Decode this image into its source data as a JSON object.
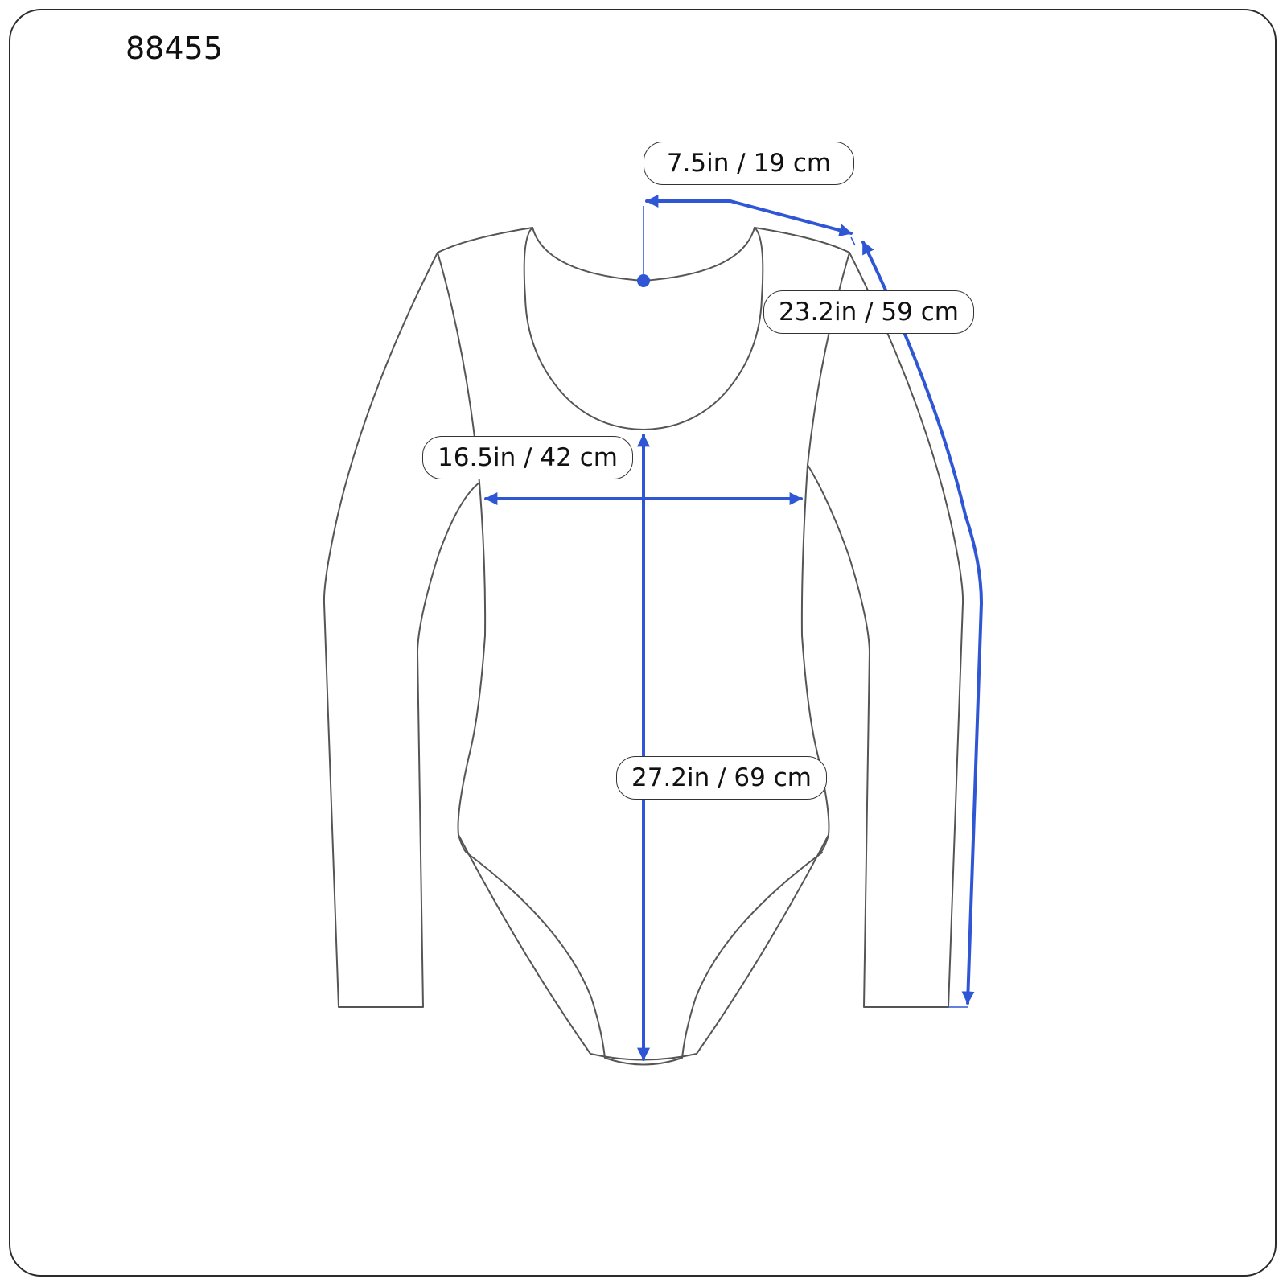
{
  "product_code": "88455",
  "measurements": {
    "neck_width": "7.5in / 19 cm",
    "sleeve_length": "23.2in / 59 cm",
    "chest_width": "16.5in / 42 cm",
    "body_length": "27.2in / 69 cm"
  },
  "colors": {
    "measure_line": "#2f56d4",
    "garment_outline": "#555555",
    "frame_border": "#2a2a2a"
  }
}
